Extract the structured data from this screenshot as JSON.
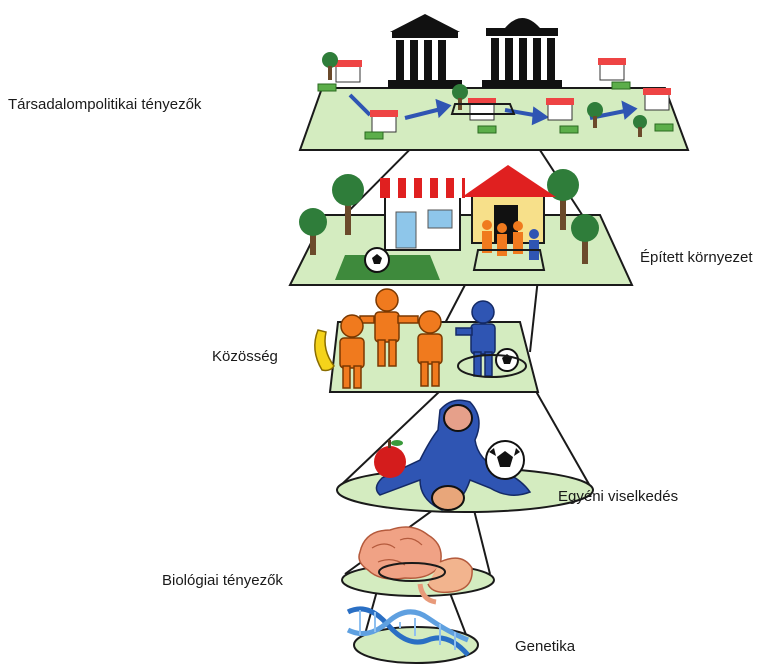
{
  "labels": {
    "sociopolitical": "Társadalompolitikai tényezők",
    "built_environment": "Épített környezet",
    "community": "Közösség",
    "individual_behavior": "Egyéni viselkedés",
    "biological_factors": "Biológiai tényezők",
    "genetics": "Genetika"
  },
  "colors": {
    "ground": "#d4ecc0",
    "outline": "#1a1a1a",
    "person_orange": "#f07a1e",
    "person_blue": "#2f55b3",
    "roof_red": "#e02020",
    "house_yellow": "#f7e08a",
    "tree_green": "#2f7d3a",
    "trunk": "#6b4a2b",
    "arrow_blue": "#2f55b3",
    "money_green": "#5cae4a"
  }
}
